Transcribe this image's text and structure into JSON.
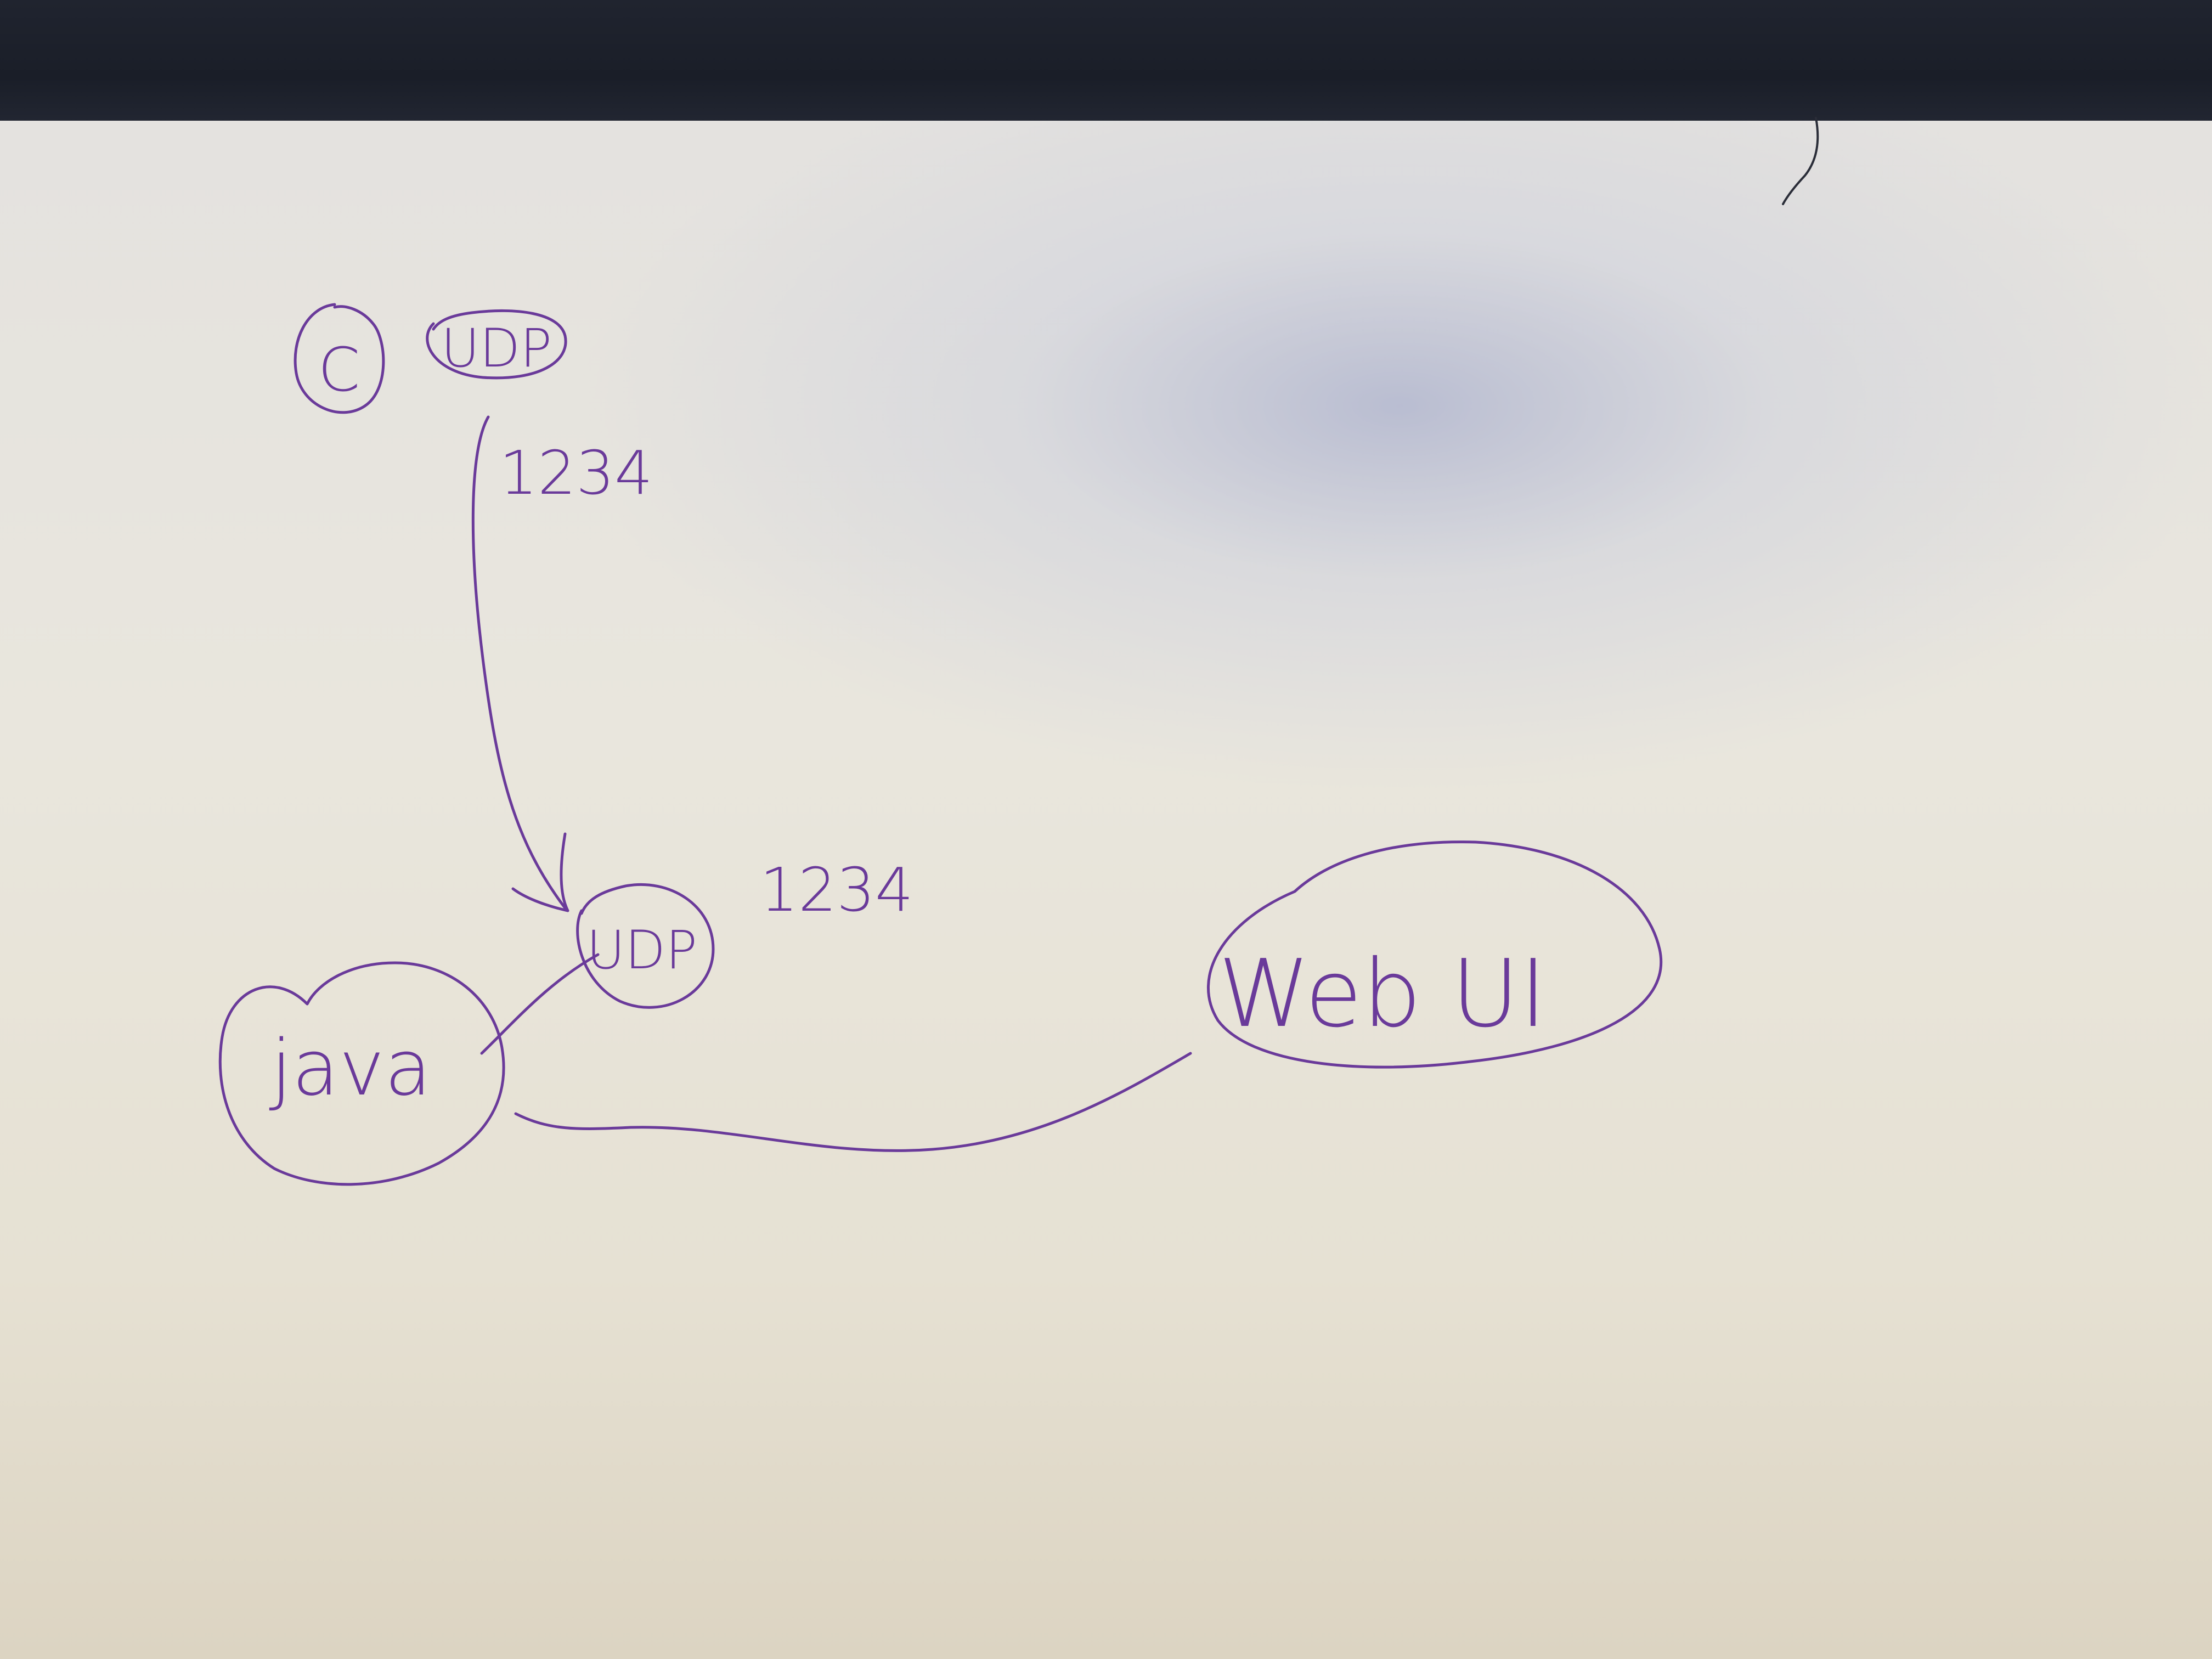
{
  "nodes": {
    "c": {
      "label": "C"
    },
    "udp_top": {
      "label": "UDP"
    },
    "udp_bottom": {
      "label": "UDP"
    },
    "java": {
      "label": "java"
    },
    "web_ui": {
      "label": "Web UI"
    }
  },
  "annotations": {
    "port_top": "1234",
    "port_bottom": "1234"
  },
  "colors": {
    "ink": "#6a3a9a",
    "paper": "#e8e5dc",
    "desk": "#1b1f2a"
  }
}
